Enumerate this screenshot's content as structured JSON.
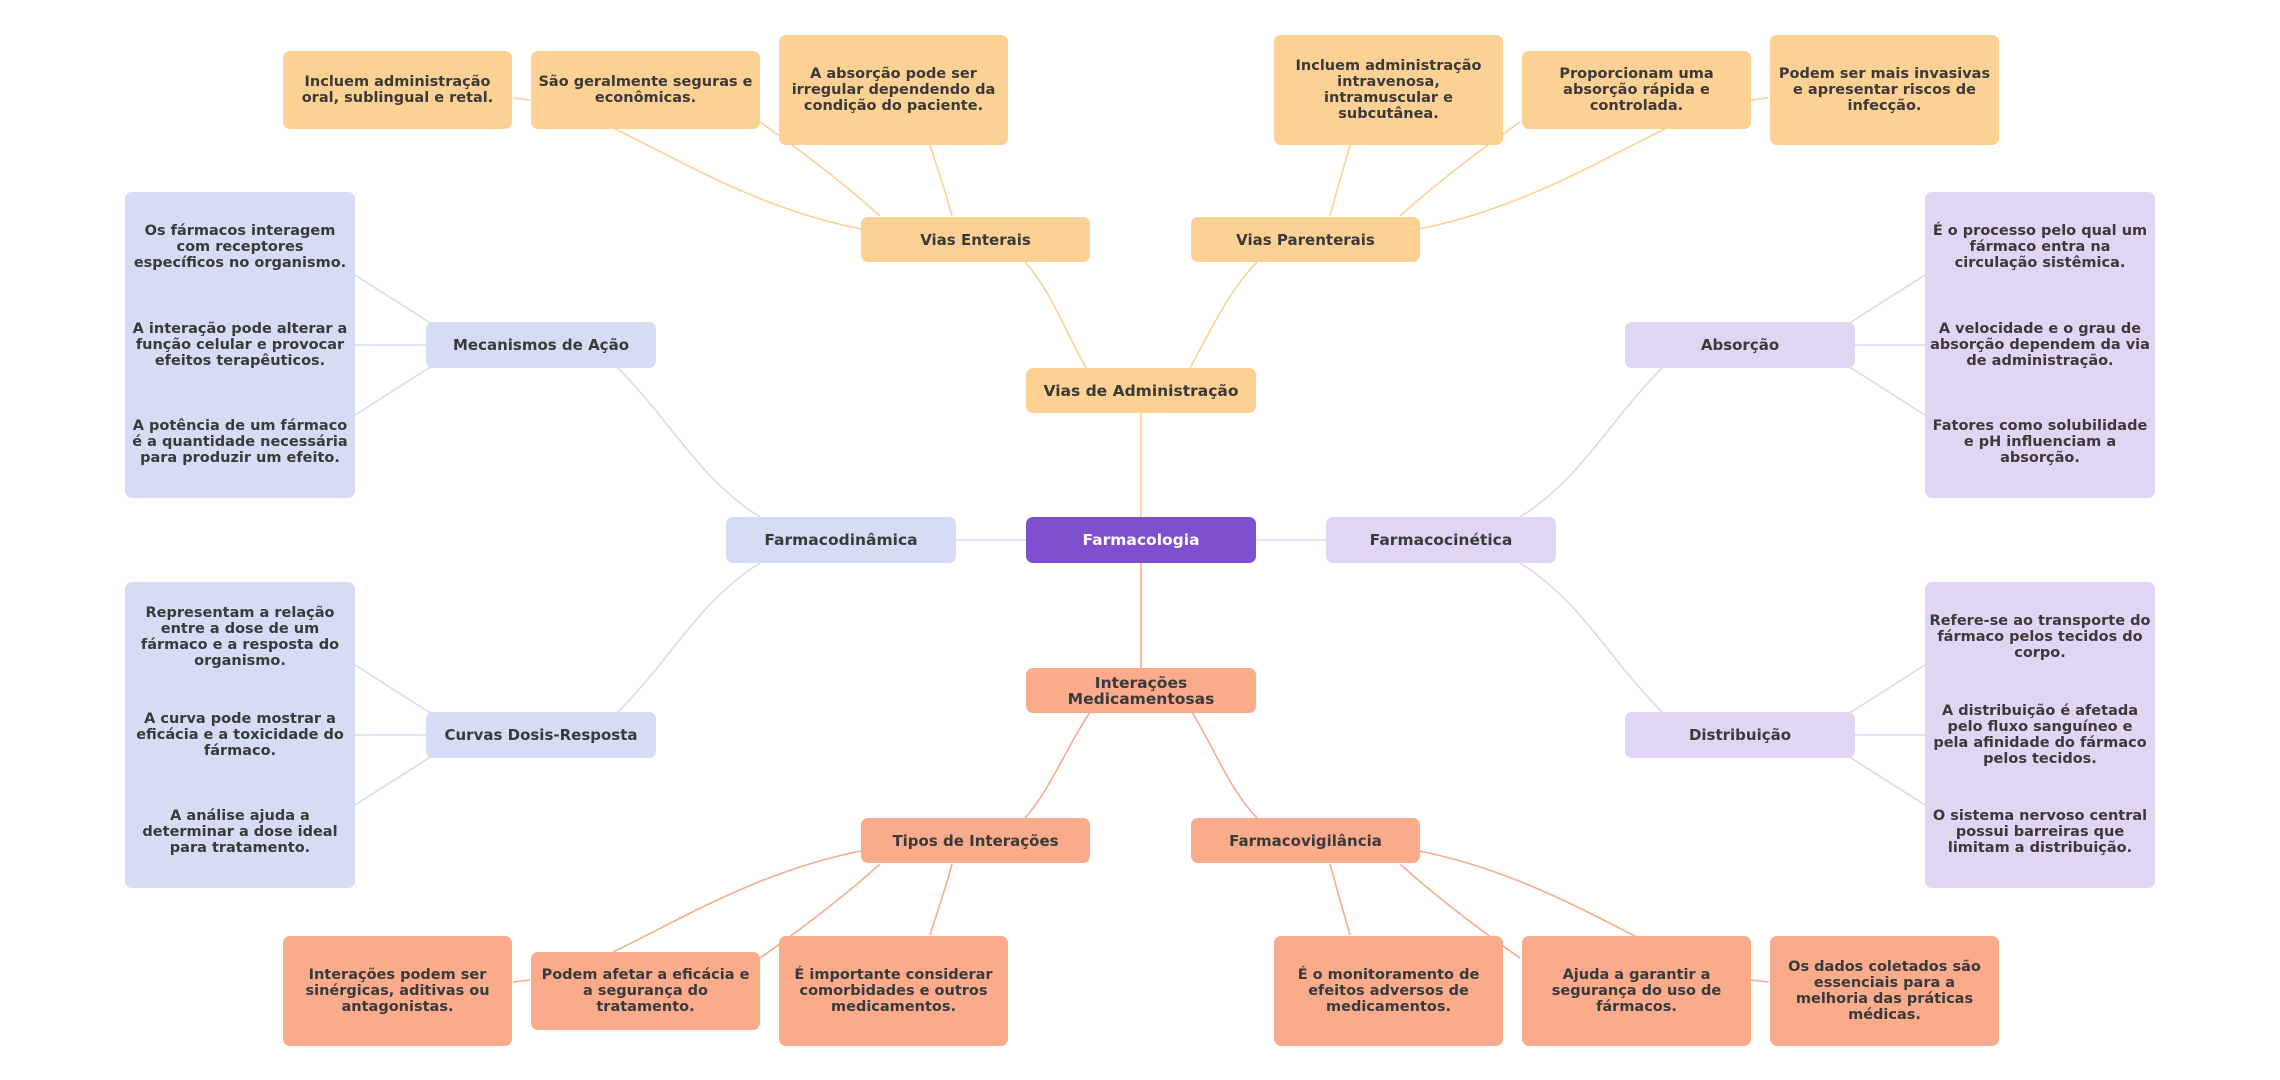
{
  "colors": {
    "root": "#7e4fcf",
    "vias": "#fdd093",
    "interacoes": "#f9ab8c",
    "farmacodinamica": "#d5dcf3",
    "farmacocinetica": "#e0d6f3"
  },
  "root": "Farmacologia",
  "vias": {
    "label": "Vias de Administração",
    "enterais": {
      "label": "Vias Enterais",
      "items": [
        "Incluem administração oral, sublingual e retal.",
        "São geralmente seguras e econômicas.",
        "A absorção pode ser irregular dependendo da condição do paciente."
      ]
    },
    "parenterais": {
      "label": "Vias Parenterais",
      "items": [
        "Incluem administração intravenosa, intramuscular e subcutânea.",
        "Proporcionam uma absorção rápida e controlada.",
        "Podem ser mais invasivas e apresentar riscos de infecção."
      ]
    }
  },
  "interacoes": {
    "label": "Interações Medicamentosas",
    "tipos": {
      "label": "Tipos de Interações",
      "items": [
        "Interações podem ser sinérgicas, aditivas ou antagonistas.",
        "Podem afetar a eficácia e a segurança do tratamento.",
        "É importante considerar comorbidades e outros medicamentos."
      ]
    },
    "farmacovigilancia": {
      "label": "Farmacovigilância",
      "items": [
        "É o monitoramento de efeitos adversos de medicamentos.",
        "Ajuda a garantir a segurança do uso de fármacos.",
        "Os dados coletados são essenciais para a melhoria das práticas médicas."
      ]
    }
  },
  "farmacodinamica": {
    "label": "Farmacodinâmica",
    "mecanismos": {
      "label": "Mecanismos de Ação",
      "items": [
        "Os fármacos interagem com receptores específicos no organismo.",
        "A interação pode alterar a função celular e provocar efeitos terapêuticos.",
        "A potência de um fármaco é a quantidade necessária para produzir um efeito."
      ]
    },
    "curvas": {
      "label": "Curvas Dosis-Resposta",
      "items": [
        "Representam a relação entre a dose de um fármaco e a resposta do organismo.",
        "A curva pode mostrar a eficácia e a toxicidade do fármaco.",
        "A análise ajuda a determinar a dose ideal para tratamento."
      ]
    }
  },
  "farmacocinetica": {
    "label": "Farmacocinética",
    "absorcao": {
      "label": "Absorção",
      "items": [
        "É o processo pelo qual um fármaco entra na circulação sistêmica.",
        "A velocidade e o grau de absorção dependem da via de administração.",
        "Fatores como solubilidade e pH influenciam a absorção."
      ]
    },
    "distribuicao": {
      "label": "Distribuição",
      "items": [
        "Refere-se ao transporte do fármaco pelos tecidos do corpo.",
        "A distribuição é afetada pelo fluxo sanguíneo e pela afinidade do fármaco pelos tecidos.",
        "O sistema nervoso central possui barreiras que limitam a distribuição."
      ]
    }
  }
}
